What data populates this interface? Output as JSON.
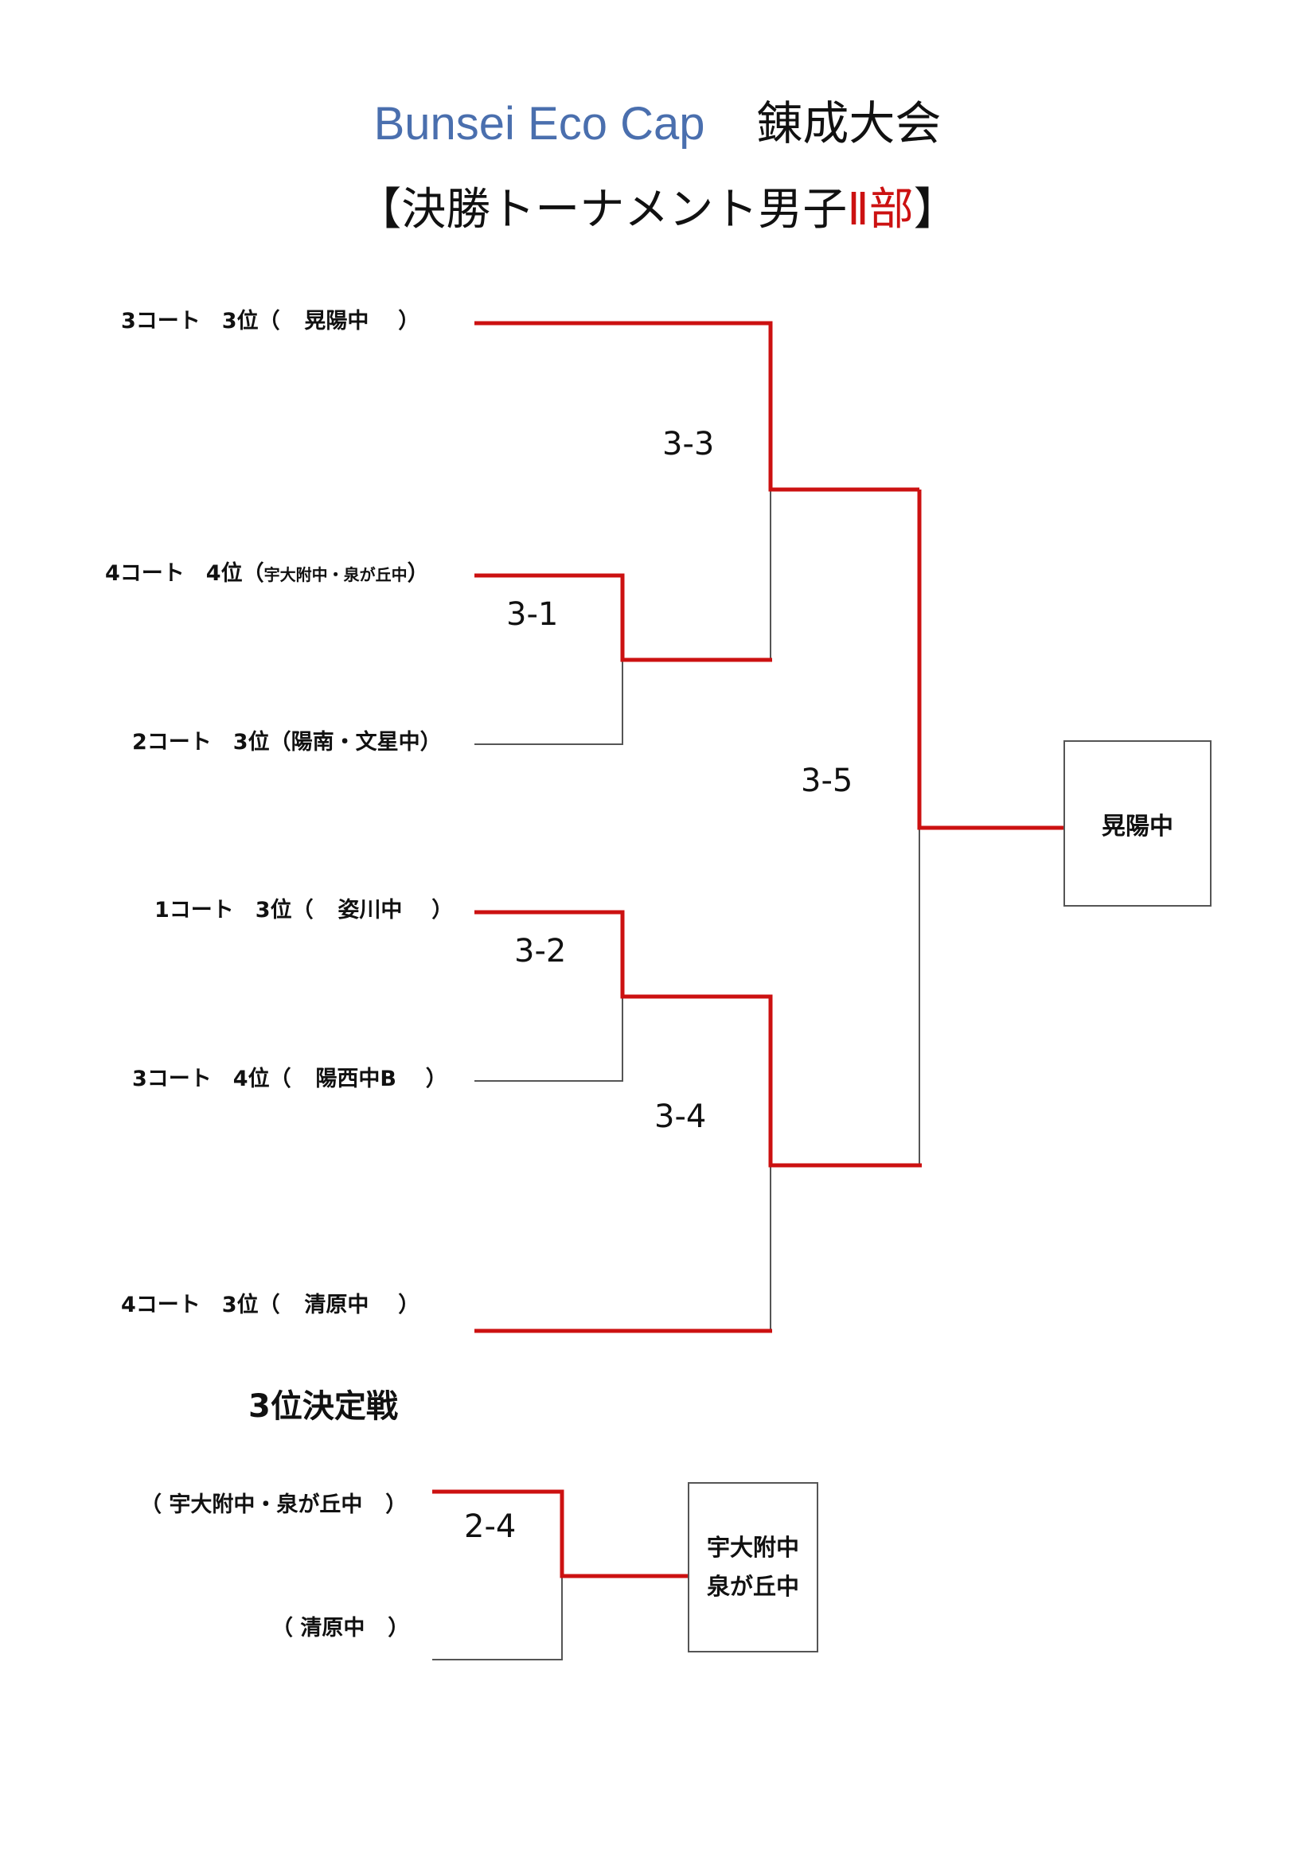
{
  "title": {
    "brand": "Bunsei Eco Cap",
    "event": "錬成大会",
    "subtitle_prefix": "【決勝トーナメント男子",
    "subtitle_division": "Ⅱ部",
    "subtitle_suffix": "】"
  },
  "entries": [
    {
      "slot": "3コート　3位（",
      "team": "晃陽中",
      "close": "）"
    },
    {
      "slot": "4コート　4位（",
      "team": "宇大附中・泉が丘中",
      "close": "）"
    },
    {
      "slot": "2コート　3位（",
      "team": "陽南・文星中",
      "close": "）"
    },
    {
      "slot": "1コート　3位（",
      "team": "姿川中",
      "close": "）"
    },
    {
      "slot": "3コート　4位（",
      "team": "陽西中B",
      "close": "）"
    },
    {
      "slot": "4コート　3位（",
      "team": "清原中",
      "close": "）"
    }
  ],
  "matches": {
    "m31": "3-1",
    "m32": "3-2",
    "m33": "3-3",
    "m34": "3-4",
    "m35": "3-5"
  },
  "champion": "晃陽中",
  "third_place": {
    "heading": "3位決定戦",
    "entries": [
      {
        "open": "（",
        "team": "宇大附中・泉が丘中",
        "close": "）"
      },
      {
        "open": "（",
        "team": "清原中",
        "close": "）"
      }
    ],
    "match": "2-4",
    "winner_line1": "宇大附中",
    "winner_line2": "泉が丘中"
  },
  "colors": {
    "win_line": "#cc1111",
    "lose_line": "#555555",
    "brand": "#4a6fae"
  }
}
